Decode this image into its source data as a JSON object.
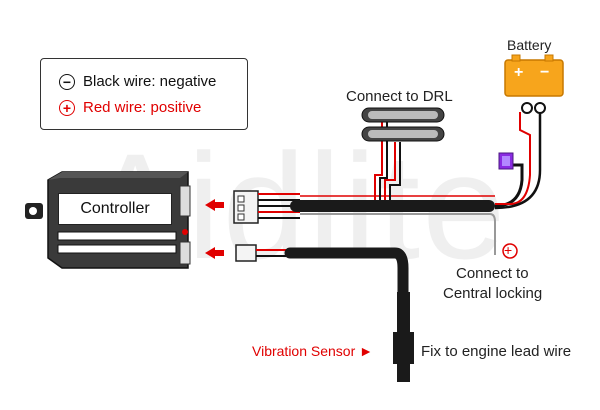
{
  "watermark": "Aidlite",
  "legend": {
    "black_wire": "Black wire: negative",
    "red_wire": "Red wire: positive",
    "minus_symbol": "−",
    "plus_symbol": "+"
  },
  "components": {
    "controller": "Controller",
    "battery": "Battery",
    "battery_plus": "+",
    "battery_minus": "−"
  },
  "labels": {
    "connect_drl": "Connect to DRL",
    "connect_central_1": "Connect to",
    "connect_central_2": "Central locking",
    "vibration_sensor": "Vibration Sensor ►",
    "fix_engine": "Fix to engine lead wire",
    "central_plus": "+"
  },
  "colors": {
    "red": "#e00000",
    "black": "#111111",
    "battery_orange": "#f7a51c",
    "fuse_purple": "#8a2be2",
    "arrow_red": "#e00000"
  }
}
